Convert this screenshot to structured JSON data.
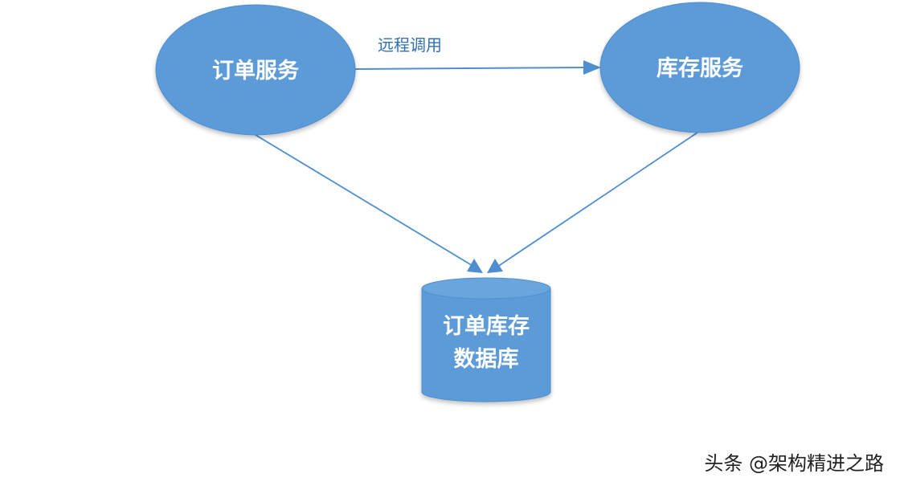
{
  "diagram": {
    "nodes": {
      "order_service": {
        "label": "订单服务"
      },
      "inventory_service": {
        "label": "库存服务"
      },
      "database": {
        "label_line1": "订单库存",
        "label_line2": "数据库"
      }
    },
    "edges": {
      "remote_call": {
        "label": "远程调用"
      }
    }
  },
  "watermark": {
    "text": "头条 @架构精进之路"
  },
  "colors": {
    "node_fill": "#5b9bd8",
    "node_stroke": "#4f8fcf",
    "edge": "#4f8fcf",
    "text": "#ffffff"
  }
}
